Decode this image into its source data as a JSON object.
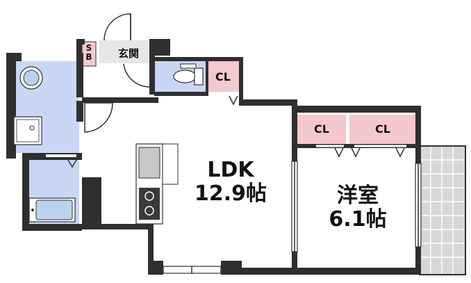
{
  "rooms": {
    "ldk": {
      "name": "LDK",
      "size": "12.9帖"
    },
    "western": {
      "name": "洋室",
      "size": "6.1帖"
    },
    "entrance": {
      "name": "玄関"
    },
    "shoe_box": {
      "line1": "S",
      "line2": "B"
    },
    "closets": [
      "CL",
      "CL",
      "CL"
    ]
  },
  "colors": {
    "wall": "#2f2f2f",
    "wet_area": "#c9d6f5",
    "closet": "#f4c8cc",
    "balcony": "#d7d7d7"
  }
}
